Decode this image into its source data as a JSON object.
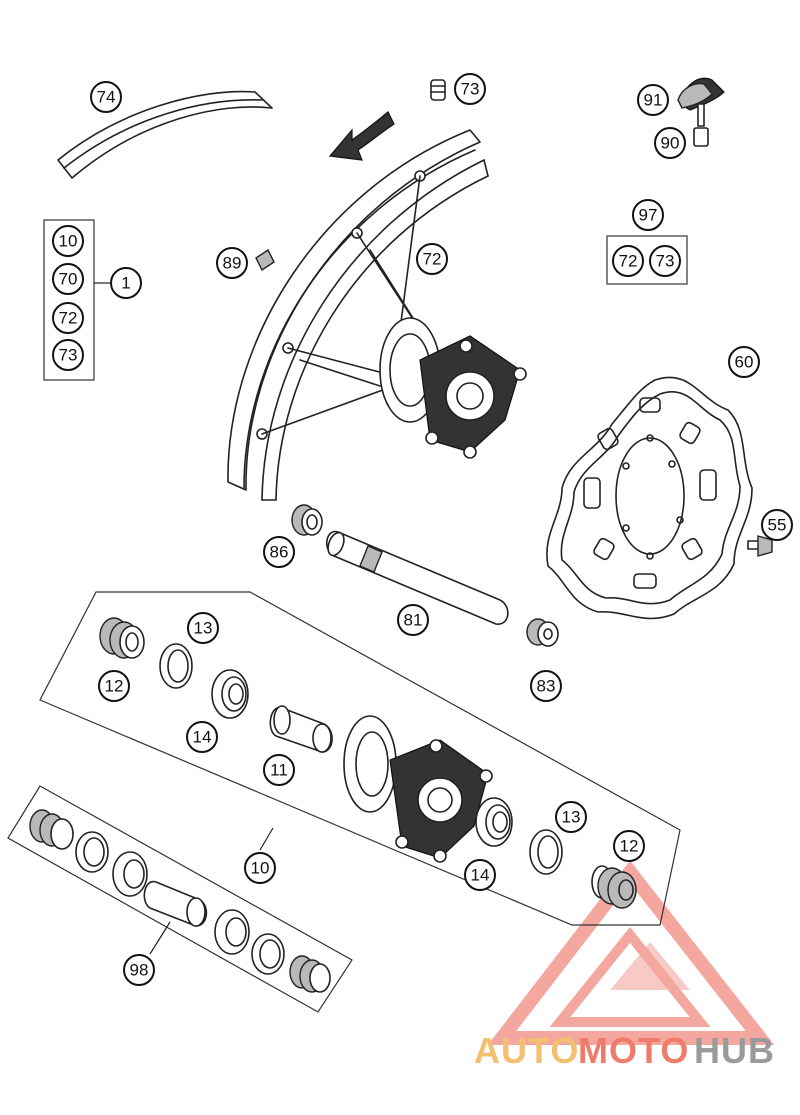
{
  "diagram": {
    "callouts": {
      "c74": "74",
      "c73_top": "73",
      "c91": "91",
      "c90": "90",
      "c97": "97",
      "c97_72": "72",
      "c97_73": "73",
      "kit1_10": "10",
      "kit1_70": "70",
      "kit1_72": "72",
      "kit1_73": "73",
      "c1": "1",
      "c89": "89",
      "c72": "72",
      "c60": "60",
      "c55": "55",
      "c86": "86",
      "c81": "81",
      "c83": "83",
      "c13_a": "13",
      "c12_a": "12",
      "c14_a": "14",
      "c11": "11",
      "c13_b": "13",
      "c12_b": "12",
      "c14_b": "14",
      "c10": "10",
      "c98": "98"
    }
  },
  "watermark": {
    "auto": "AUTO",
    "moto": "MOTO",
    "hub": "HUB",
    "colors": {
      "auto": "#f2c070",
      "moto": "#ef7b6a",
      "hub": "#9a9a9a",
      "triangle": "#f08a80"
    }
  }
}
